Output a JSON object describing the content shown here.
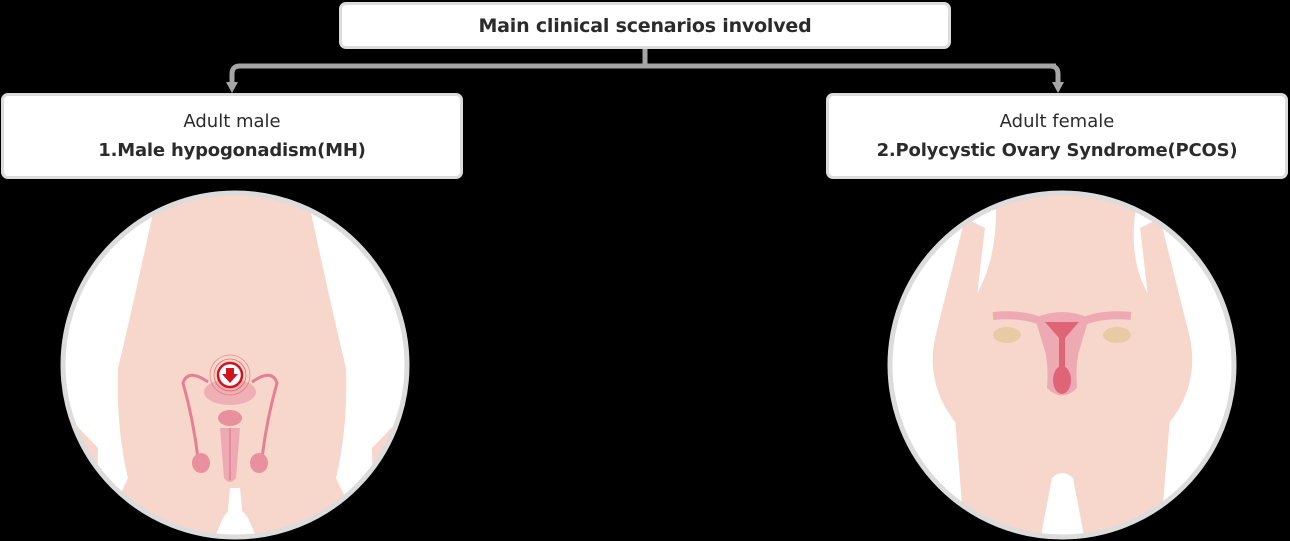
{
  "root": {
    "title": "Main clinical scenarios involved"
  },
  "branches": [
    {
      "subtitle": "Adult male",
      "title": "1.Male hypogonadism(MH)",
      "illustration": "male-pelvis-reproductive-icon",
      "badge_icon": "down-arrow-alert-icon"
    },
    {
      "subtitle": "Adult female",
      "title": "2.Polycystic Ovary Syndrome(PCOS)",
      "illustration": "female-pelvis-uterus-icon"
    }
  ],
  "colors": {
    "background": "#000000",
    "box_fill": "#ffffff",
    "box_border": "#dcdcdc",
    "connector": "#a6a6a6",
    "skin": "#f7d6cb",
    "organ": "#e67f92",
    "organ_light": "#eeaab2",
    "ovary": "#e8cba4",
    "alert_red": "#d0131f",
    "circle_ring": "#dcdcdc"
  }
}
